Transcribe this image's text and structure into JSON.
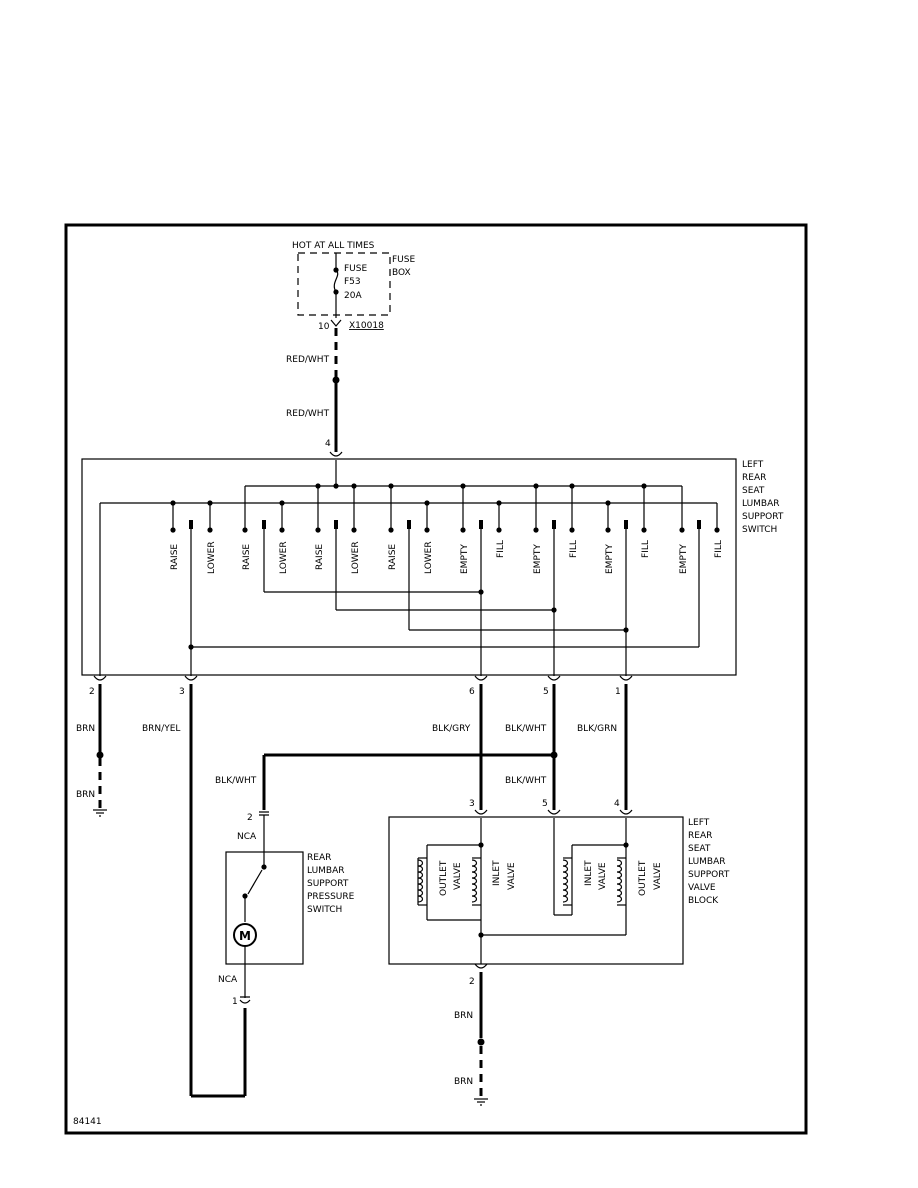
{
  "labels": {
    "hot": "HOT AT ALL TIMES",
    "fuse_box": [
      "FUSE",
      "BOX"
    ],
    "fuse": [
      "FUSE",
      "F53",
      "20A"
    ],
    "fuse_pin": "10",
    "connector": "X10018",
    "red_wht": "RED/WHT",
    "switch_pin_top": "4",
    "switch_name": [
      "LEFT",
      "REAR",
      "SEAT",
      "LUMBAR",
      "SUPPORT",
      "SWITCH"
    ],
    "contacts": [
      "RAISE",
      "LOWER",
      "RAISE",
      "LOWER",
      "RAISE",
      "LOWER",
      "RAISE",
      "LOWER",
      "EMPTY",
      "FILL",
      "EMPTY",
      "FILL",
      "EMPTY",
      "FILL",
      "EMPTY",
      "FILL"
    ],
    "switch_bottom_pins": [
      "2",
      "3",
      "6",
      "5",
      "1"
    ],
    "brn": "BRN",
    "brn_yel": "BRN/YEL",
    "blk_gry": "BLK/GRY",
    "blk_wht": "BLK/WHT",
    "blk_grn": "BLK/GRN",
    "valve_pins": [
      "3",
      "5",
      "4"
    ],
    "valve_block_name": [
      "LEFT",
      "REAR",
      "SEAT",
      "LUMBAR",
      "SUPPORT",
      "VALVE",
      "BLOCK"
    ],
    "pump_pin_top": "2",
    "nca": "NCA",
    "pump_name": [
      "REAR",
      "LUMBAR",
      "SUPPORT",
      "PRESSURE",
      "SWITCH"
    ],
    "motor": "M",
    "pump_pin_bottom": "1",
    "valve_pin_bottom": "2",
    "valves": [
      "OUTLET",
      "VALVE",
      "INLET",
      "VALVE",
      "INLET",
      "VALVE",
      "OUTLET",
      "VALVE"
    ],
    "figure_id": "84141"
  }
}
